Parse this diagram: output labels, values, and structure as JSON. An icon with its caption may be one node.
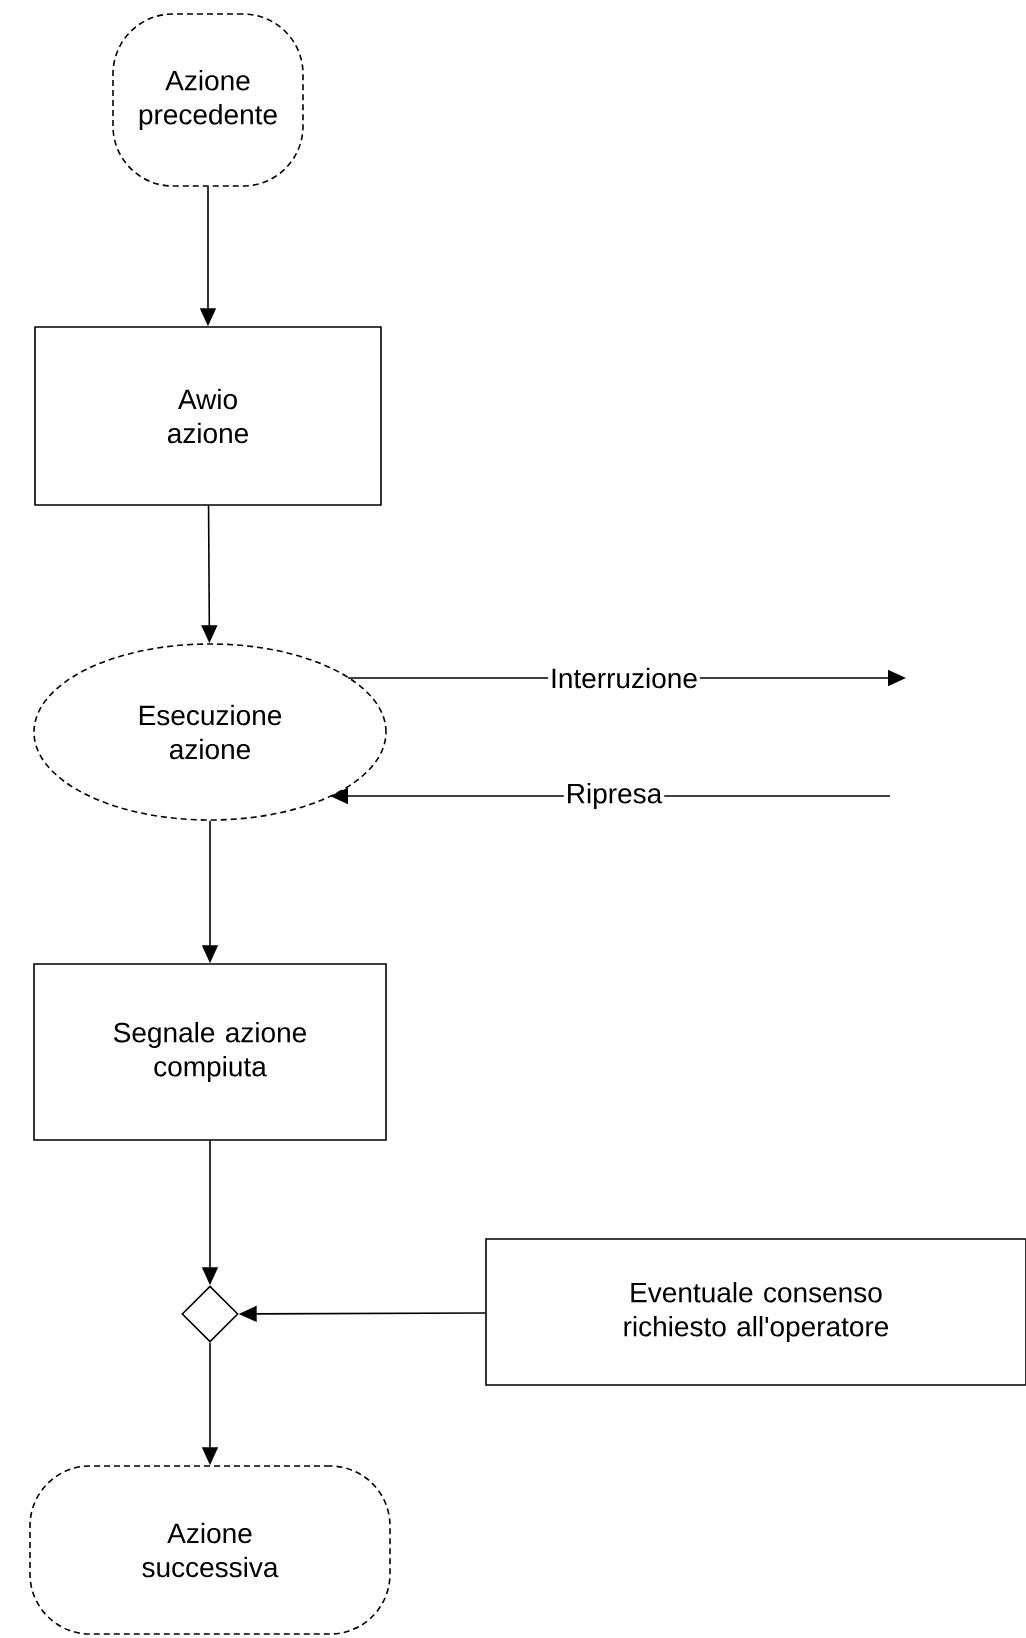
{
  "diagram": {
    "nodes": [
      {
        "text": [
          "Azione precedente"
        ]
      },
      {
        "text": [
          "Awio azione"
        ]
      },
      {
        "text": [
          "Esecuzione azione"
        ]
      },
      {
        "text": [
          "Segnale azione compiuta"
        ]
      },
      {
        "text": [],
        "shape": "diamond"
      },
      {
        "text": [
          "Eventuale consenso richiesto all'operatore"
        ]
      },
      {
        "text": [
          "Azione successiva"
        ]
      }
    ],
    "edges": [
      {
        "from": 0,
        "to": 1,
        "arrow": "to"
      },
      {
        "from": 1,
        "to": 2,
        "arrow": "to"
      },
      {
        "from": 2,
        "to": null,
        "arrow": "to",
        "label": "Interruzione"
      },
      {
        "from": null,
        "to": 2,
        "arrow": "to",
        "label": "Ripresa"
      },
      {
        "from": 2,
        "to": 3,
        "arrow": "to"
      },
      {
        "from": 3,
        "to": 4,
        "arrow": "to"
      },
      {
        "from": 5,
        "to": 4,
        "arrow": "to"
      },
      {
        "from": 4,
        "to": 6,
        "arrow": "to"
      }
    ]
  }
}
